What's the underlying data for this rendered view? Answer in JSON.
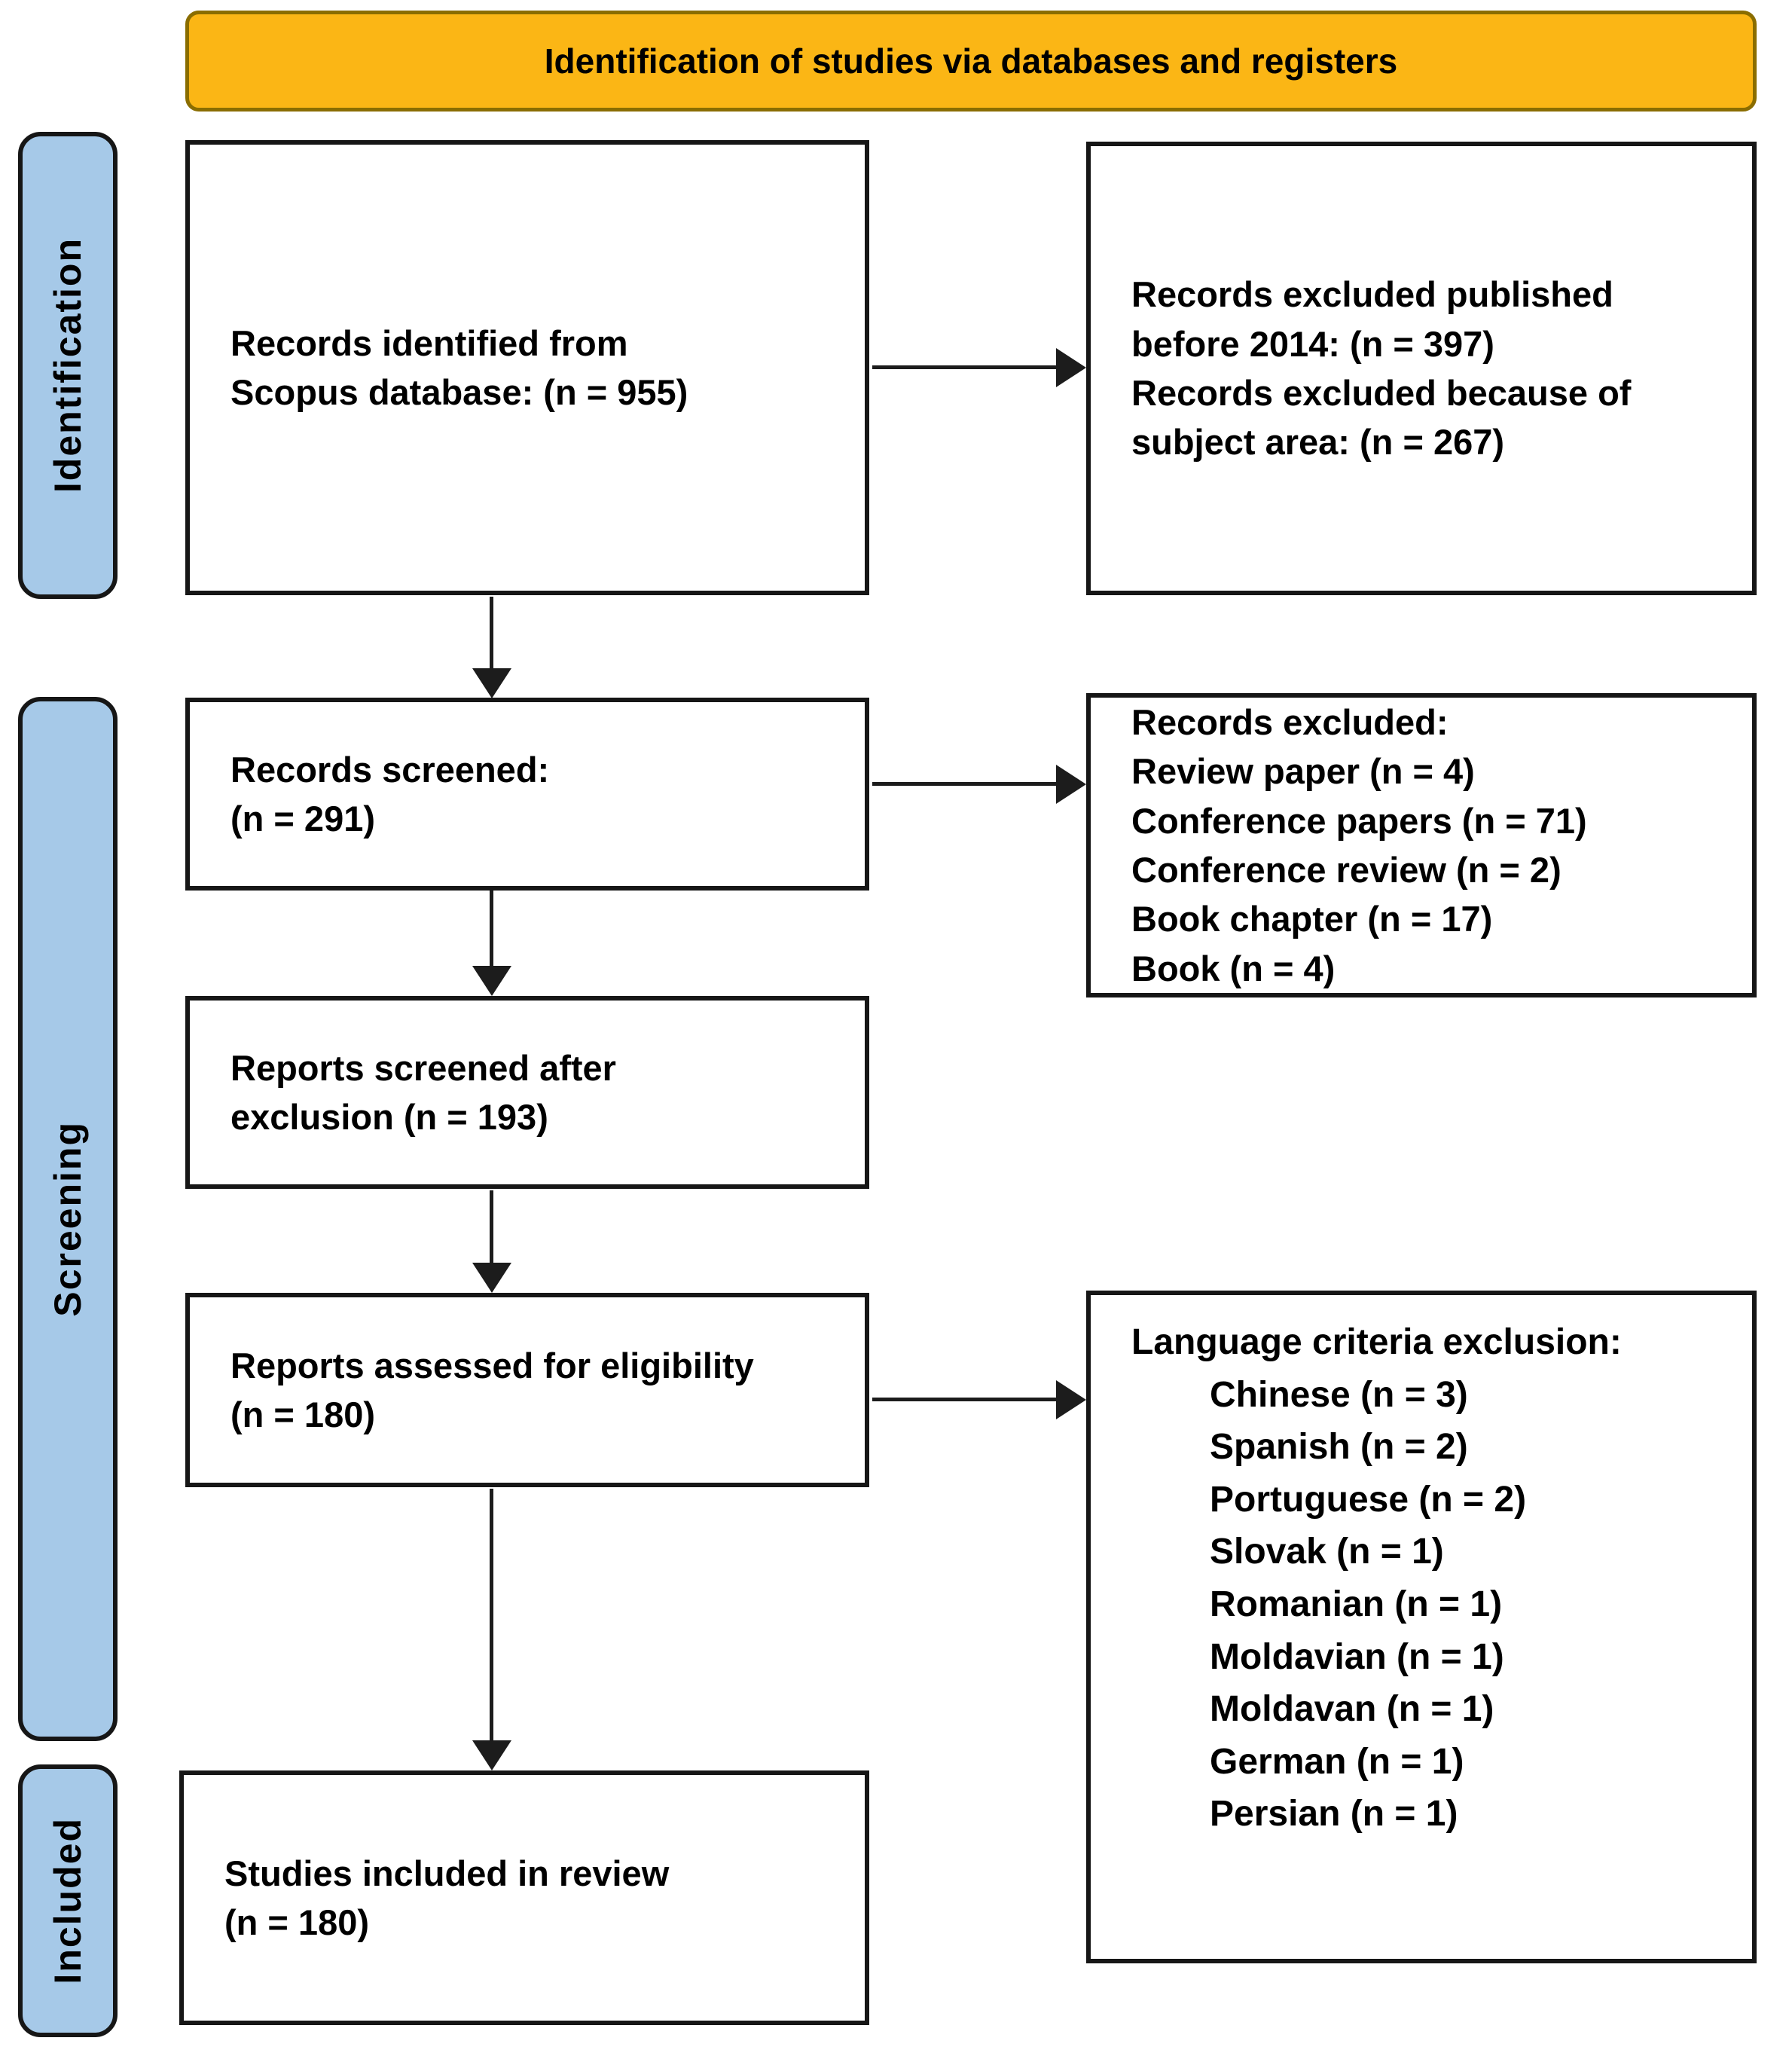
{
  "banner": {
    "label": "Identification of studies via databases and registers"
  },
  "sidebar": {
    "identification": {
      "label": "Identification"
    },
    "screening": {
      "label": "Screening"
    },
    "included": {
      "label": "Included"
    }
  },
  "boxes": {
    "records_identified": {
      "lines": [
        "Records identified from",
        "Scopus database: (n = 955)"
      ]
    },
    "records_excluded_pre2014": {
      "lines": [
        "Records excluded published",
        "before 2014: (n = 397)",
        "Records excluded because of",
        "subject area: (n = 267)"
      ]
    },
    "records_screened": {
      "lines": [
        "Records screened:",
        "(n = 291)"
      ]
    },
    "records_excluded_types": {
      "lines": [
        "Records excluded:",
        "Review paper (n = 4)",
        "Conference papers (n = 71)",
        "Conference review (n = 2)",
        "Book chapter (n = 17)",
        "Book (n = 4)"
      ]
    },
    "reports_screened": {
      "lines": [
        "Reports screened after",
        "exclusion (n = 193)"
      ]
    },
    "reports_assessed": {
      "lines": [
        "Reports assessed for eligibility",
        "(n = 180)"
      ]
    },
    "language_exclusion": {
      "title": "Language criteria exclusion:",
      "items": [
        "Chinese (n = 3)",
        "Spanish (n = 2)",
        "Portuguese (n = 2)",
        "Slovak (n = 1)",
        "Romanian (n = 1)",
        "Moldavian (n = 1)",
        "Moldavan (n = 1)",
        "German (n = 1)",
        "Persian (n = 1)"
      ]
    },
    "studies_included": {
      "lines": [
        "Studies included in review",
        "(n = 180)"
      ]
    }
  },
  "colors": {
    "banner_fill": "#FBB615",
    "banner_border": "#8A6D00",
    "stage_label_fill": "#A6C9E8",
    "box_border": "#161616",
    "arrow": "#1C1C1C",
    "text": "#000000"
  }
}
